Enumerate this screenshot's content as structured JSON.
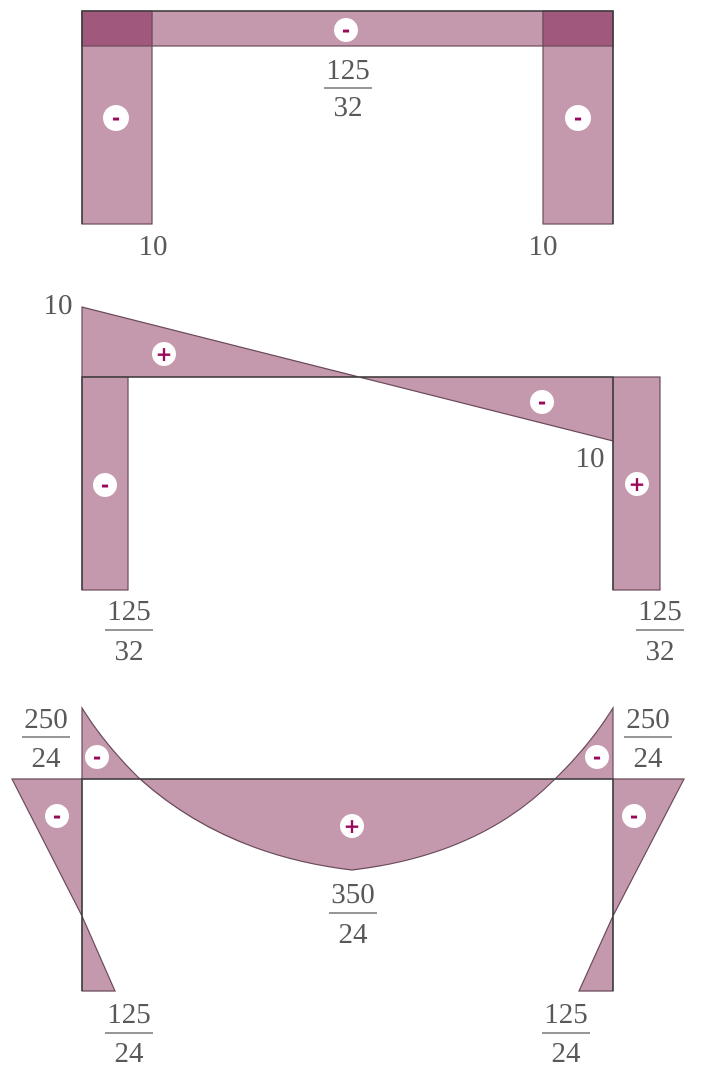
{
  "colors": {
    "diagram_fill": "#c499ad",
    "corner_fill": "#a0587c",
    "sign_color": "#9b0a5a",
    "label_color": "#595959"
  },
  "diagram1": {
    "signs": {
      "beam": "-",
      "left_column": "-",
      "right_column": "-"
    },
    "beam_label": {
      "num": "125",
      "den": "32"
    },
    "left_label": "10",
    "right_label": "10"
  },
  "diagram2": {
    "signs": {
      "beam_left": "+",
      "beam_right": "-",
      "left_column": "-",
      "right_column": "+"
    },
    "top_left_label": "10",
    "beam_right_label": "10",
    "left_label": {
      "num": "125",
      "den": "32"
    },
    "right_label": {
      "num": "125",
      "den": "32"
    }
  },
  "diagram3": {
    "signs": {
      "left_corner": "-",
      "right_corner": "-",
      "beam_mid": "+",
      "left_column": "-",
      "right_column": "-"
    },
    "top_left_label": {
      "num": "250",
      "den": "24"
    },
    "top_right_label": {
      "num": "250",
      "den": "24"
    },
    "mid_label": {
      "num": "350",
      "den": "24"
    },
    "bottom_left_label": {
      "num": "125",
      "den": "24"
    },
    "bottom_right_label": {
      "num": "125",
      "den": "24"
    }
  }
}
